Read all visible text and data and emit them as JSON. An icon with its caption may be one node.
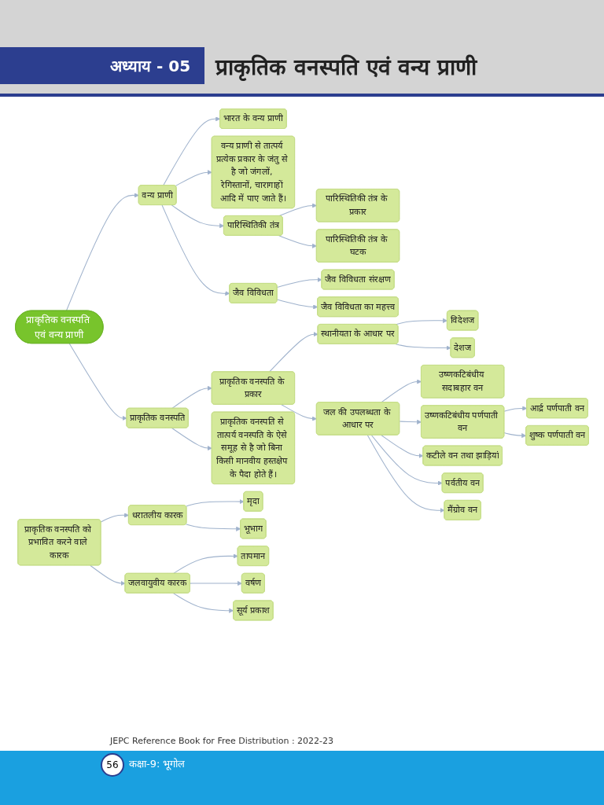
{
  "diagram": {
    "title": "प्राकृतिक वनस्पति एवं वन्य प्राणी",
    "nodes": [
      {
        "text": [
          "प्राकृतिक वनस्पति एवं वन्य प्राणी"
        ]
      },
      {
        "text": [
          "वन्य प्राणी"
        ]
      },
      {
        "text": [
          "पारिस्थितिकी तंत्र"
        ]
      },
      {
        "text": [
          "जैव विविधता"
        ]
      },
      {
        "text": [
          "पारिस्थितिकी तंत्र के प्रकार"
        ]
      },
      {
        "text": [
          "जैव विविधता संरक्षण"
        ]
      },
      {
        "text": [
          "पारिस्थितिकी तंत्र के घटक"
        ]
      },
      {
        "text": [
          "जैव विविधता का महत्त्व"
        ]
      },
      {
        "text": [
          "भारत के वन्य प्राणी"
        ]
      },
      {
        "text": [
          "वन्य प्राणी से तात्पर्य प्रत्येक प्रकार के जंतु से है जो जंगलों, रेगिस्तानों, चारागाहों आदि में पाए जाते हैं।"
        ]
      },
      {
        "text": [
          "प्राकृतिक वनस्पति"
        ]
      },
      {
        "text": [
          "प्राकृतिक वनस्पति से तात्पर्य वनस्पति के ऐसे समूह से है जो बिना किसी मानवीय हस्तक्षेप के पैदा होते हैं।"
        ]
      },
      {
        "text": [
          "प्राकृतिक वनस्पति को प्रभावित करने वाले कारक"
        ]
      },
      {
        "text": [
          "धरातलीय कारक"
        ]
      },
      {
        "text": [
          "मृदा"
        ]
      },
      {
        "text": [
          "भूभाग"
        ]
      },
      {
        "text": [
          "जलवायुवीय कारक"
        ]
      },
      {
        "text": [
          "तापमान"
        ]
      },
      {
        "text": [
          "वर्षण"
        ]
      },
      {
        "text": [
          "सूर्य प्रकाश"
        ]
      },
      {
        "text": [
          "प्राकृतिक वनस्पति के प्रकार"
        ]
      },
      {
        "text": [
          "स्थानीयता के आधार पर"
        ]
      },
      {
        "text": [
          "विदेशज"
        ]
      },
      {
        "text": [
          "देशज"
        ]
      },
      {
        "text": [
          "जल की उपलब्धता के आधार पर"
        ]
      },
      {
        "text": [
          "उष्णकटिबंधीय सदाबहार वन"
        ]
      },
      {
        "text": [
          "उष्णकटिबंधीय पर्णपाती वन"
        ]
      },
      {
        "text": [
          "कटीले वन तथा झाड़ियां"
        ]
      },
      {
        "text": [
          "पर्वतीय वन"
        ]
      },
      {
        "text": [
          "मैंग्रोव वन"
        ]
      },
      {
        "text": [
          "आर्द्र पर्णपाती वन"
        ]
      },
      {
        "text": [
          "शुष्क पर्णपाती वन"
        ]
      }
    ],
    "edges": [
      {
        "from": 0,
        "to": 1,
        "arrow": "to"
      },
      {
        "from": 1,
        "to": 2,
        "arrow": "to"
      },
      {
        "from": 1,
        "to": 3,
        "arrow": "to"
      },
      {
        "from": 2,
        "to": 4,
        "arrow": "to"
      },
      {
        "from": 3,
        "to": 5,
        "arrow": "to"
      },
      {
        "from": 2,
        "to": 6,
        "arrow": "to"
      },
      {
        "from": 3,
        "to": 7,
        "arrow": "to"
      },
      {
        "from": 1,
        "to": 8,
        "arrow": "to"
      },
      {
        "from": 1,
        "to": 9,
        "arrow": "to"
      },
      {
        "from": 0,
        "to": 10,
        "arrow": "to"
      },
      {
        "from": 10,
        "to": 11,
        "arrow": "to"
      },
      {
        "from": 12,
        "to": 13,
        "arrow": "to"
      },
      {
        "from": 13,
        "to": 14,
        "arrow": "to"
      },
      {
        "from": 13,
        "to": 15,
        "arrow": "to"
      },
      {
        "from": 12,
        "to": 16,
        "arrow": "to"
      },
      {
        "from": 16,
        "to": 17,
        "arrow": "to"
      },
      {
        "from": 16,
        "to": 18,
        "arrow": "to"
      },
      {
        "from": 16,
        "to": 19,
        "arrow": "to"
      },
      {
        "from": 10,
        "to": 20,
        "arrow": "to"
      },
      {
        "from": 20,
        "to": 21,
        "arrow": "to"
      },
      {
        "from": 21,
        "to": 22,
        "arrow": "to"
      },
      {
        "from": 21,
        "to": 23,
        "arrow": "to"
      },
      {
        "from": 20,
        "to": 24,
        "arrow": "to"
      },
      {
        "from": 24,
        "to": 25,
        "arrow": "to"
      },
      {
        "from": 24,
        "to": 26,
        "arrow": "to"
      },
      {
        "from": 24,
        "to": 27,
        "arrow": "to"
      },
      {
        "from": 24,
        "to": 28,
        "arrow": "to"
      },
      {
        "from": 24,
        "to": 29,
        "arrow": "to"
      },
      {
        "from": 26,
        "to": 30,
        "arrow": "to"
      },
      {
        "from": 26,
        "to": 31,
        "arrow": "to"
      }
    ],
    "labels": [
      "अध्याय - 05",
      "JEPC Reference Book for Free Distribution : 2022-23",
      "56",
      "कक्षा-9: भूगोल"
    ]
  }
}
